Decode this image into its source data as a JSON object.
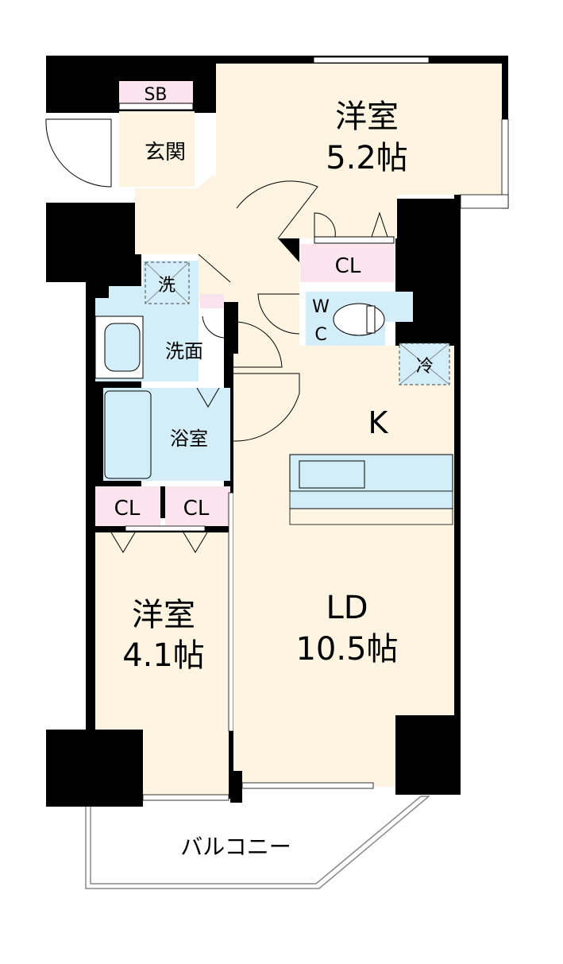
{
  "colors": {
    "wall": "#000000",
    "room": "#fdf5e2",
    "storage": "#fce4ee",
    "wet_area": "#d3eef9",
    "outline": "#888888"
  },
  "rooms": {
    "bedroom_1": {
      "name": "洋室",
      "size": "5.2帖"
    },
    "bedroom_2": {
      "name": "洋室",
      "size": "4.1帖"
    },
    "living": {
      "name": "LD",
      "size": "10.5帖"
    },
    "kitchen": {
      "name": "K"
    },
    "entrance": {
      "name": "玄関"
    },
    "shoe_box": {
      "name": "SB"
    },
    "closet_1": {
      "name": "CL"
    },
    "closet_2": {
      "name": "CL"
    },
    "closet_3": {
      "name": "CL"
    },
    "wc": {
      "name_line1": "W",
      "name_line2": "C"
    },
    "washroom": {
      "name": "洗面"
    },
    "washer": {
      "name": "洗"
    },
    "bathroom": {
      "name": "浴室"
    },
    "fridge": {
      "name": "冷"
    },
    "balcony": {
      "name": "バルコニー"
    }
  }
}
